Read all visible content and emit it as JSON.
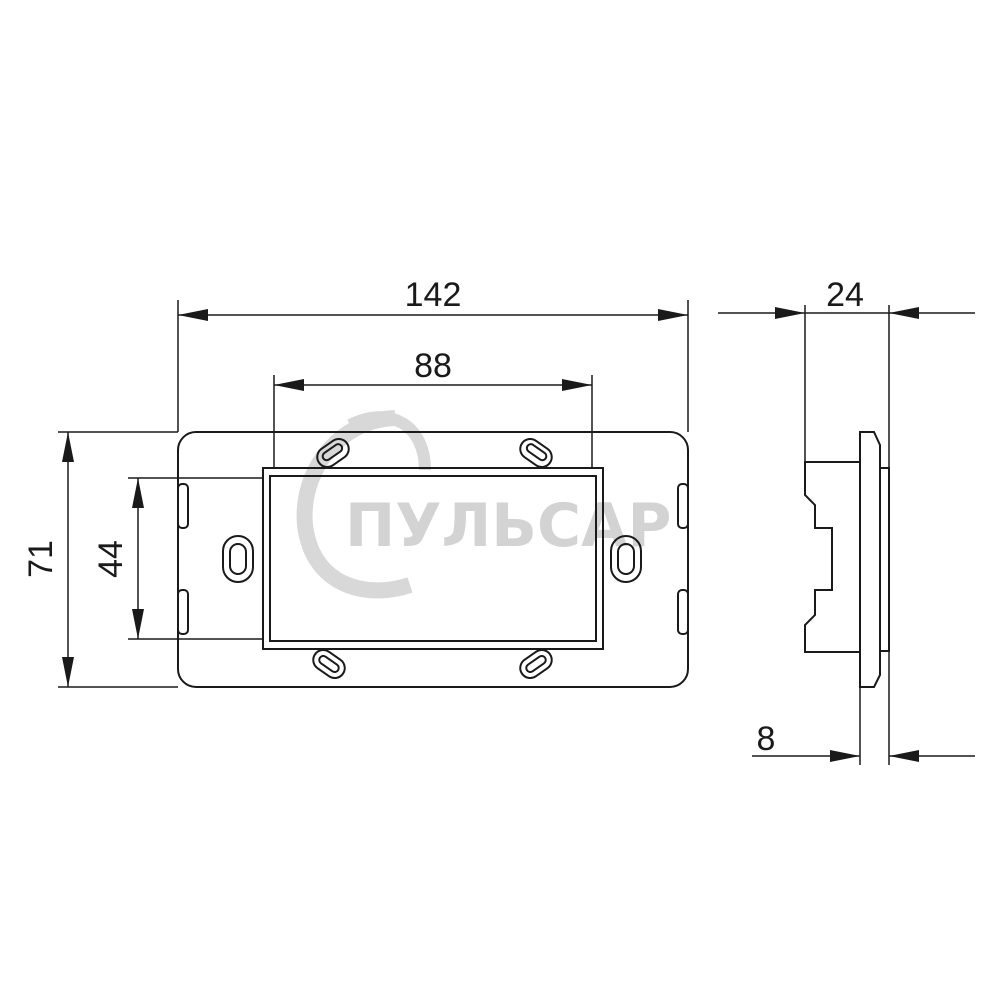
{
  "dimensions": {
    "overall_width": "142",
    "opening_width": "88",
    "overall_height": "71",
    "opening_height": "44",
    "depth": "24",
    "plate_thickness": "8"
  },
  "watermark": {
    "text": "ПУЛЬСАР"
  },
  "colors": {
    "line": "#1a1a1a",
    "watermark": "#cfcfcf"
  }
}
